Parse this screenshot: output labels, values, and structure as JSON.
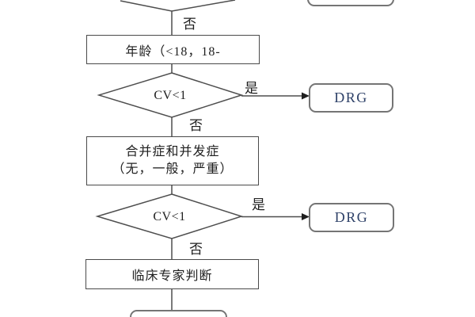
{
  "flowchart": {
    "top_decision": {
      "no_label": "否"
    },
    "age_box": {
      "text": "年龄（<18，18-"
    },
    "cv_decision_1": {
      "text": "CV<1",
      "yes_label": "是",
      "no_label": "否"
    },
    "drg_terminal_1": {
      "text": "DRG"
    },
    "comorbidity_box": {
      "line1": "合并症和并发症",
      "line2": "（无，一般，严重）"
    },
    "cv_decision_2": {
      "text": "CV<1",
      "yes_label": "是",
      "no_label": "否"
    },
    "drg_terminal_2": {
      "text": "DRG"
    },
    "expert_box": {
      "text": "临床专家判断"
    },
    "colors": {
      "line": "#4e4e4e",
      "process_border": "#4a4a4a",
      "terminal_border": "#757575",
      "text": "#1f1f1f",
      "drg_text": "#2e4168",
      "background": "#ffffff"
    }
  }
}
